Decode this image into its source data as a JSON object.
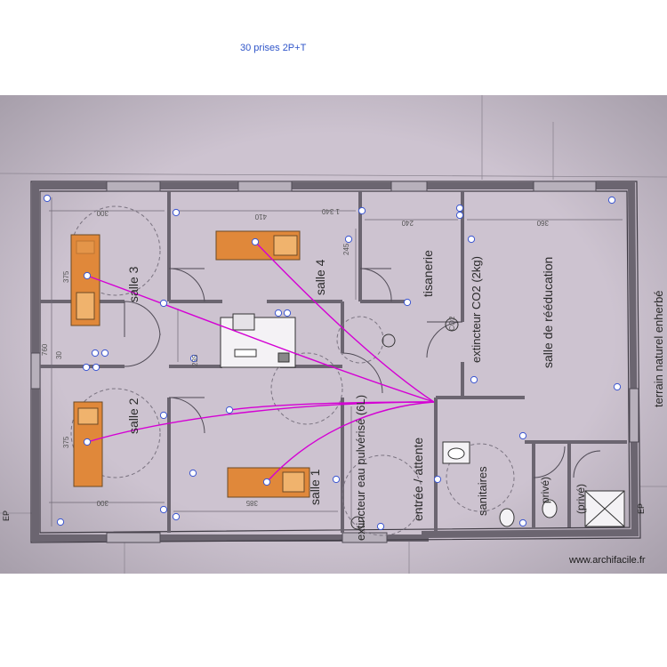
{
  "title": "30 prises 2P+T",
  "watermark": "www.archifacile.fr",
  "colors": {
    "background": "#c9bfcc",
    "wall": "#6b6570",
    "cable": "#d400d4",
    "bed": "#e0883a",
    "outlet": "#3a55d0"
  },
  "rooms": [
    {
      "id": "salle-3",
      "label": "salle 3"
    },
    {
      "id": "salle-4",
      "label": "salle 4"
    },
    {
      "id": "tisanerie",
      "label": "tisanerie"
    },
    {
      "id": "salle-reeducation",
      "label": "salle de rééducation"
    },
    {
      "id": "salle-2",
      "label": "salle 2"
    },
    {
      "id": "salle-1",
      "label": "salle 1"
    },
    {
      "id": "entree-attente",
      "label": "entrée / attente"
    },
    {
      "id": "sanitaires",
      "label": "sanitaires"
    },
    {
      "id": "prive-1",
      "label": "privé)"
    },
    {
      "id": "prive-2",
      "label": "(privé)"
    }
  ],
  "annotations": {
    "extincteur_co2": "extincteur CO2 (2kg)",
    "extincteur_eau": "extincteur eau pulvérisé (6L)",
    "terrain": "terrain naturel enherbé",
    "co2_tag": "CO2",
    "ep_tag": "EP"
  },
  "dimensions": [
    "300",
    "410",
    "240",
    "360",
    "375",
    "245",
    "235",
    "760",
    "375",
    "300",
    "385",
    "30",
    "1 340"
  ]
}
